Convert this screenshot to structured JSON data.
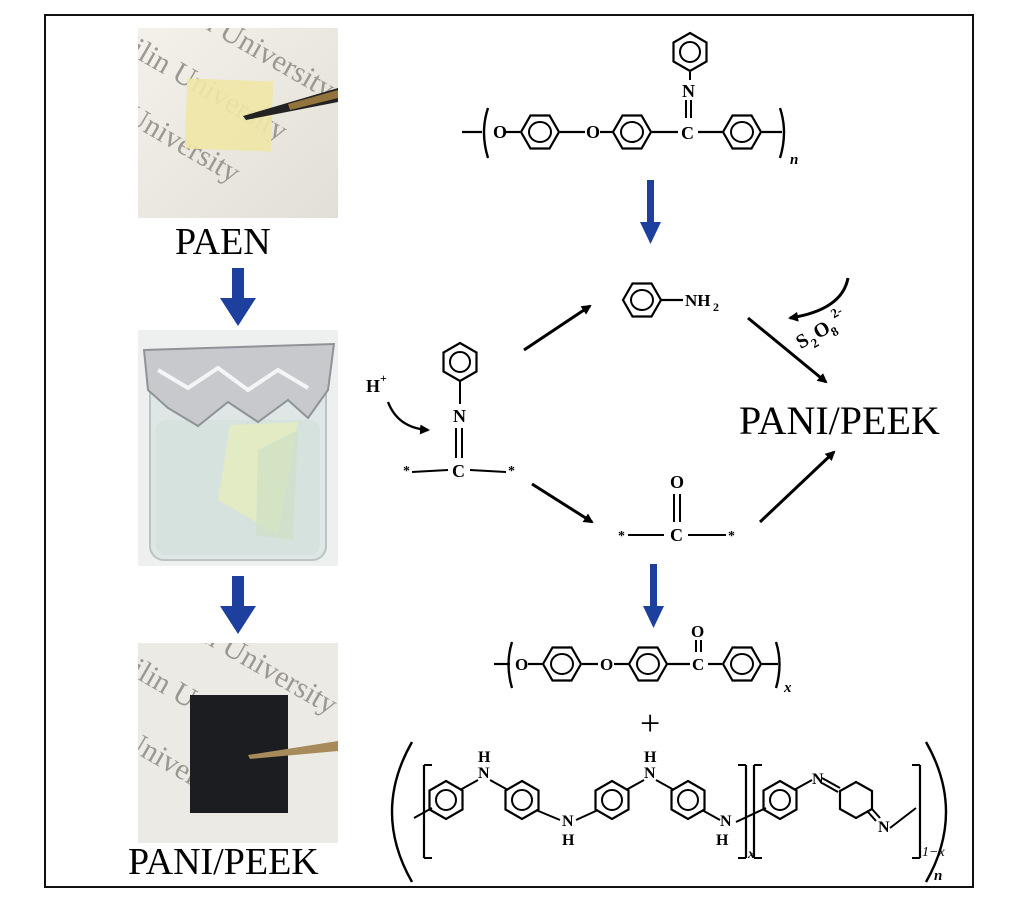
{
  "samples": {
    "top_label": "PAEN",
    "bottom_label": "PANI/PEEK",
    "photo_watermark_lines": [
      "Jilin University",
      "Jilin University",
      "Jilin University"
    ]
  },
  "scheme": {
    "proton": "H",
    "proton_charge": "+",
    "imine_N": "N",
    "imine_C": "C",
    "star": "*",
    "ketone_O": "O",
    "ketone_C": "C",
    "amine": "NH",
    "amine_sub": "2",
    "oxidant": "S",
    "oxidant_sub1": "2",
    "oxidant_O": "O",
    "oxidant_sub2": "8",
    "oxidant_charge": "2-",
    "product_label": "PANI/PEEK",
    "plus": "+",
    "repeat_n": "n",
    "repeat_x": "x",
    "repeat_1mx": "1−x",
    "ether_O": "O",
    "N_label": "N",
    "H_label": "H"
  },
  "colors": {
    "blue_arrow": "#1d3f9e",
    "film_yellow": "#efe6a6",
    "film_black": "#1c1d21"
  }
}
